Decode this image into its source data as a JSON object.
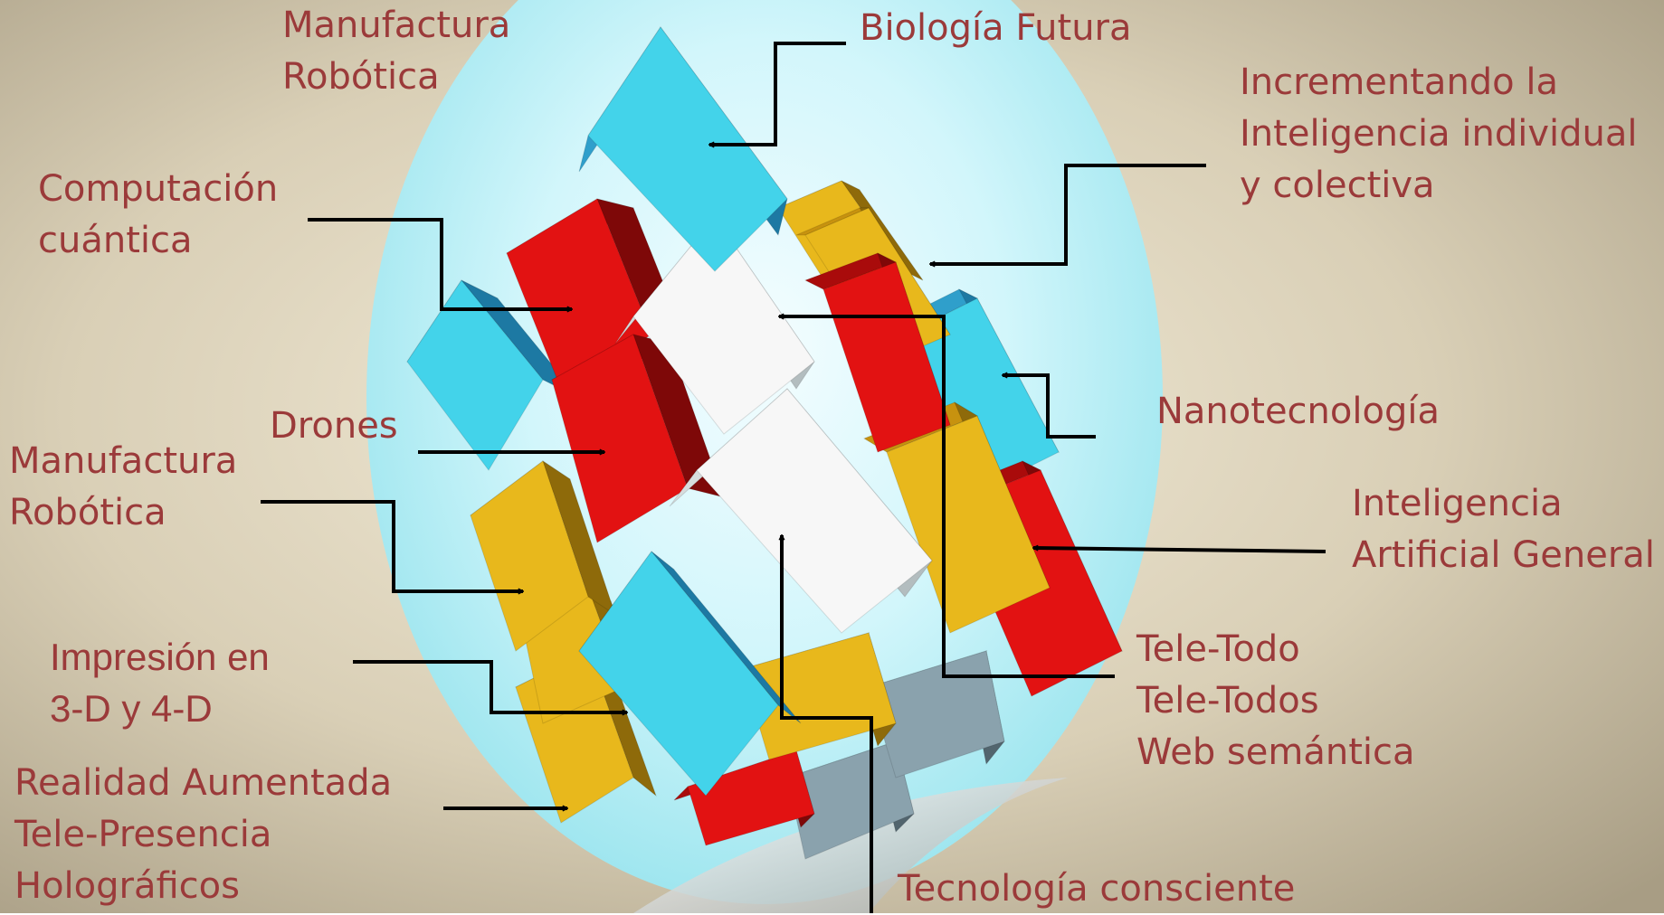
{
  "colors": {
    "label_text": "#9b3a3a",
    "arrow": "#000000",
    "background_outer": "#b8ad93",
    "glow": "#c9f2f6",
    "cube_cyan": "#43d3ea",
    "cube_red": "#e21212",
    "cube_yellow": "#e8b81c",
    "cube_white": "#f7f7f7",
    "cube_grey": "#8aa2ad"
  },
  "labels": {
    "manufactura_top": [
      "Manufactura",
      "Robótica"
    ],
    "biologia_futura": [
      "Biología Futura"
    ],
    "incrementando": [
      "Incrementando la",
      "Inteligencia individual",
      "y colectiva"
    ],
    "computacion": [
      "Computación",
      "cuántica"
    ],
    "drones": [
      "Drones"
    ],
    "nanotecnologia": [
      "Nanotecnología"
    ],
    "manufactura_mid": [
      "Manufactura",
      "Robótica"
    ],
    "inteligencia_general": [
      "Inteligencia",
      "Artificial General"
    ],
    "impresion": [
      "Impresión en",
      "3-D y 4-D"
    ],
    "tele_todo": [
      "Tele-Todo",
      "Tele-Todos",
      "Web semántica"
    ],
    "realidad": [
      "Realidad  Aumentada",
      "Tele-Presencia",
      "Holográficos"
    ],
    "tecnologia_consciente": [
      "Tecnología consciente"
    ]
  }
}
